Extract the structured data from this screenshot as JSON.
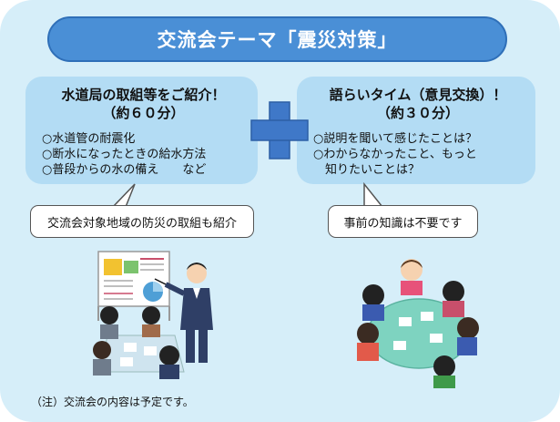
{
  "title": "交流会テーマ「震災対策」",
  "left_panel": {
    "heading_line1": "水道局の取組等をご紹介！",
    "heading_line2": "（約６０分）",
    "items": [
      "○水道管の耐震化",
      "○断水になったときの給水方法",
      "○普段からの水の備え　　など"
    ],
    "callout": "交流会対象地域の防災の取組も紹介"
  },
  "right_panel": {
    "heading_line1": "語らいタイム（意見交換）！",
    "heading_line2": "（約３０分）",
    "items": [
      "○説明を聞いて感じたことは？",
      "○わからなかったこと、もっと",
      "　知りたいことは？"
    ],
    "callout": "事前の知識は不要です"
  },
  "footnote": "（注）交流会の内容は予定です。",
  "colors": {
    "background": "#d6eef9",
    "title_pill": "#4a8fd6",
    "bubble": "#b3dcf4",
    "plus": "#3f78c8"
  },
  "icons": {
    "plus": "plus-icon",
    "left_illustration": "presentation-meeting-illustration",
    "right_illustration": "group-discussion-illustration"
  }
}
